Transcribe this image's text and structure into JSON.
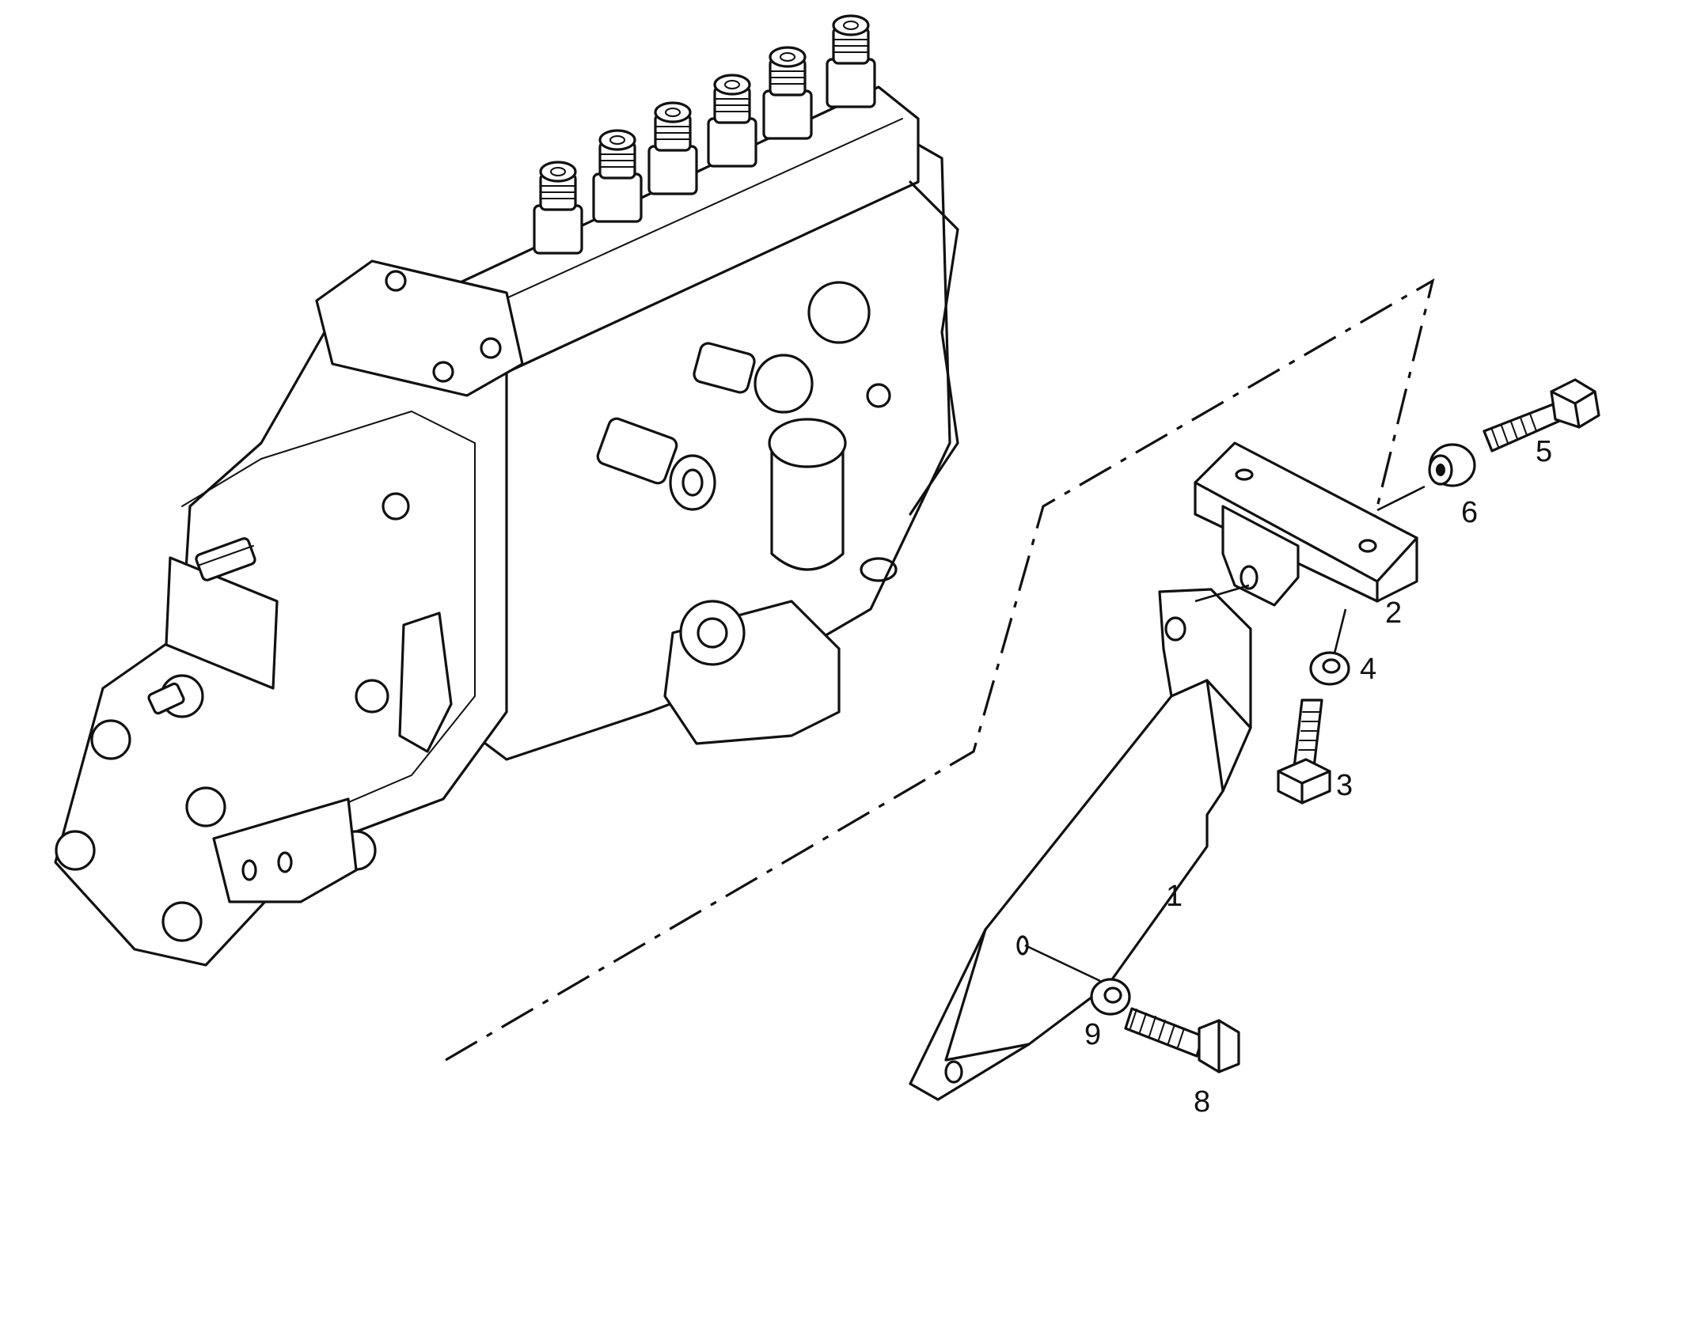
{
  "callouts": {
    "c1": "1",
    "c2": "2",
    "c3": "3",
    "c4": "4",
    "c5": "5",
    "c6": "6",
    "c8": "8",
    "c9": "9"
  },
  "colors": {
    "ink": "#111111",
    "paper": "#ffffff"
  }
}
